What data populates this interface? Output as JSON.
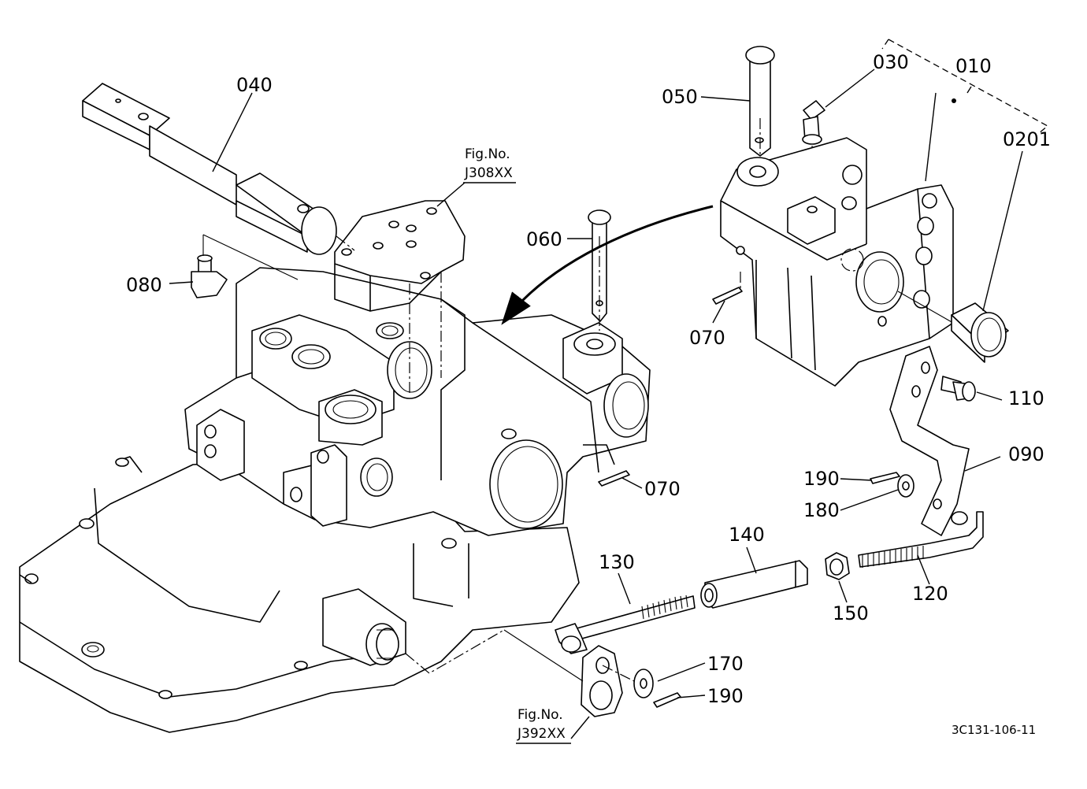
{
  "parts": {
    "p010": "010",
    "p020": "0201",
    "p030": "030",
    "p040": "040",
    "p050": "050",
    "p060": "060",
    "p070a": "070",
    "p070b": "070",
    "p080": "080",
    "p090": "090",
    "p110": "110",
    "p120": "120",
    "p130": "130",
    "p140": "140",
    "p150": "150",
    "p170": "170",
    "p180": "180",
    "p190a": "190",
    "p190b": "190"
  },
  "figrefs": {
    "top_title": "Fig.No.",
    "top_code": "J308XX",
    "bottom_title": "Fig.No.",
    "bottom_code": "J392XX"
  },
  "drawing_code": "3C131-106-11"
}
